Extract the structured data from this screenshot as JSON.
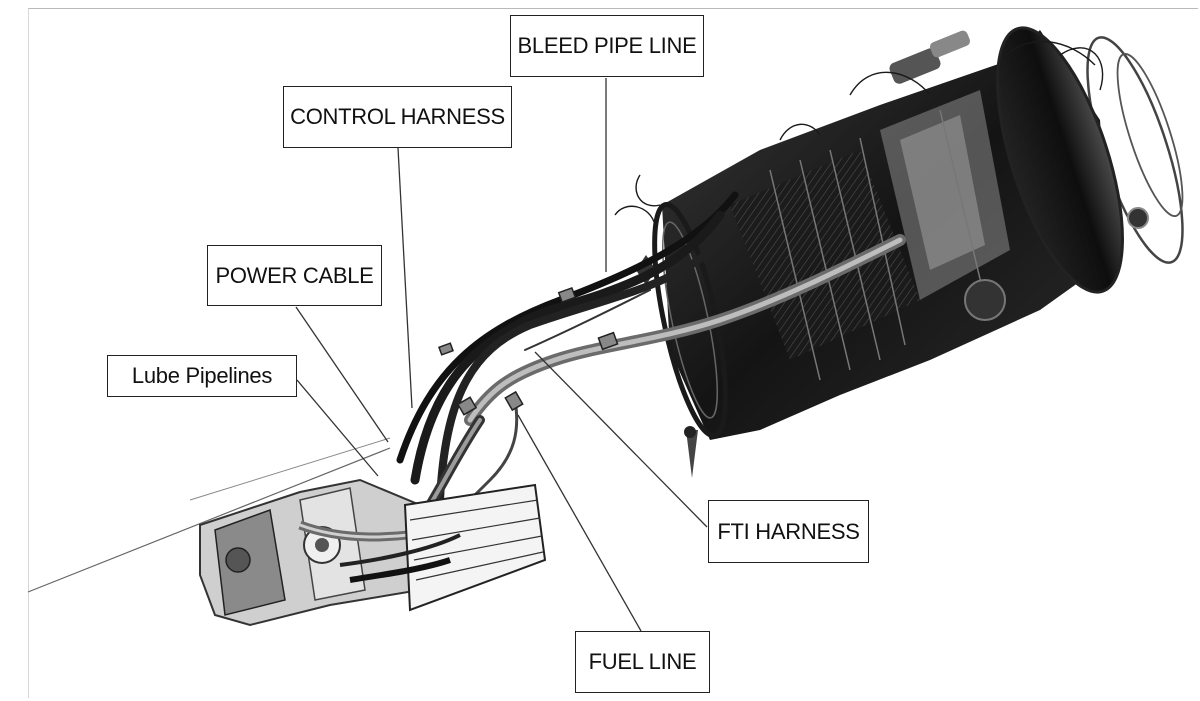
{
  "labels": {
    "bleed_pipe_line": "BLEED PIPE LINE",
    "control_harness": "CONTROL HARNESS",
    "power_cable": "POWER CABLE",
    "lube_pipelines": "Lube Pipelines",
    "fti_harness": "FTI HARNESS",
    "fuel_line": "FUEL LINE"
  },
  "colors": {
    "background": "#ffffff",
    "ink": "#111111",
    "engine_dark": "#1a1a1a",
    "engine_mid": "#555555",
    "engine_light": "#9a9a9a"
  }
}
